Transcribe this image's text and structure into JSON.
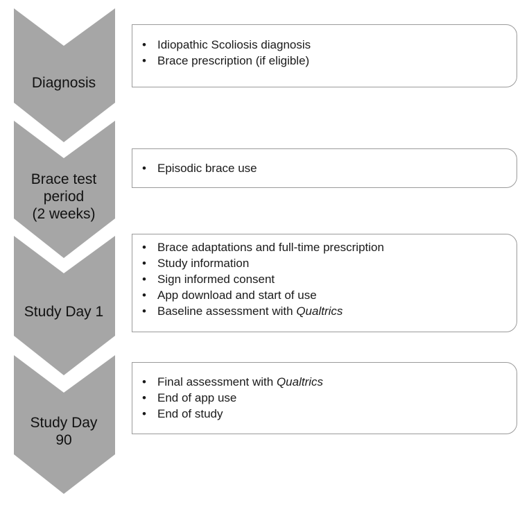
{
  "stages": [
    {
      "label": "Diagnosis",
      "items": [
        {
          "text": "Idiopathic Scoliosis diagnosis",
          "italic": ""
        },
        {
          "text": "Brace prescription (if eligible)",
          "italic": ""
        }
      ]
    },
    {
      "label": "Brace test period (2 weeks)",
      "label_lines": [
        "Brace test",
        "period",
        "(2 weeks)"
      ],
      "items": [
        {
          "text": "Episodic brace use",
          "italic": ""
        }
      ]
    },
    {
      "label": "Study Day 1",
      "items": [
        {
          "text": "Brace adaptations and full-time  prescription",
          "italic": ""
        },
        {
          "text": "Study information",
          "italic": ""
        },
        {
          "text": "Sign informed consent",
          "italic": ""
        },
        {
          "text": "App download and start of use",
          "italic": ""
        },
        {
          "text": "Baseline assessment with ",
          "italic": "Qualtrics"
        }
      ]
    },
    {
      "label": "Study Day 90",
      "label_lines": [
        "Study Day",
        "90"
      ],
      "items": [
        {
          "text": "Final assessment with ",
          "italic": "Qualtrics"
        },
        {
          "text": "End of app use",
          "italic": ""
        },
        {
          "text": "End of study",
          "italic": ""
        }
      ]
    }
  ],
  "bullet_char": "•",
  "colors": {
    "chevron_fill": "#a6a6a6",
    "box_border": "#9a9a9a",
    "text": "#1a1a1a"
  }
}
